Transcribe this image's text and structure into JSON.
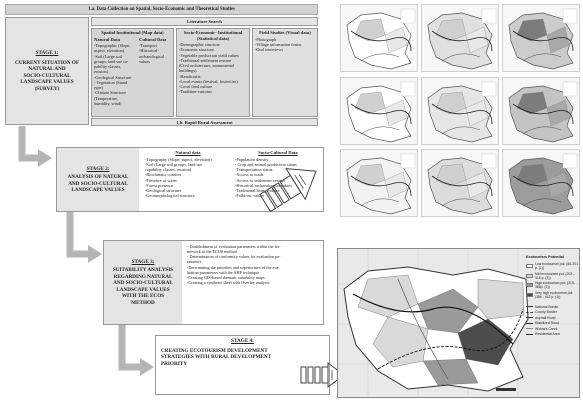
{
  "stage1": {
    "section_title": "1.a. Data Collection on Spatial, Socio-Economic and Theoretical Studies",
    "literature": "Literature Search",
    "head": [
      "STAGE 1:",
      "CURRENT SITUATION OF",
      "NATURAL AND",
      "SOCIO-CULTURAL",
      "LANDSCAPE VALUES",
      "(SURVEY)"
    ],
    "spatial_title": "Spatial Institutional (Map data)",
    "natural_title": "Natural Data",
    "natural_items": [
      "-Topographic (Slope,",
      "aspect, elevation)",
      "-Soil (Large soil",
      "groups, land use ca-",
      "pability classes,",
      "erosion)",
      "-Geological Structure",
      "- Vegetation (Stand",
      "type)",
      "-Climate Structure",
      "(Temperature,",
      "humidity, wind)"
    ],
    "cultural_title": "Cultural Data",
    "cultural_items": [
      "-Transport",
      "-Historical-",
      "archaeological",
      "values"
    ],
    "socio_title": "Socio-Economic- Institutional (Statistical data)",
    "socio_items": [
      "-Demographic structure",
      "-Economic structure",
      "-Vegetable production yield values",
      "-Traditional settlement texture",
      "(Civil architecture, monumental",
      "buildings)",
      "-Handicrafts",
      "-Local events (festival, festivities)",
      "-Local food culture",
      "-Tradition-customs"
    ],
    "field_title": "Field Studies (Visual data)",
    "field_items": [
      "-Photograph",
      "-Village information forms",
      "-Oral interviews"
    ],
    "rapid": "1.b. Rapid Rural Assessment"
  },
  "stage2": {
    "head": [
      "STAGE 2:",
      "ANALYSIS OF NATURAL",
      "AND SOCIO-CULTURAL",
      "LANDSCAPE VALUES"
    ],
    "natural_title": "Natural data",
    "natural_items": [
      "-Topography (Slope, aspect, elevation)",
      "-Soil (Large soil groups, land use",
      "capability classes, erosion)",
      "-Bioclimatic comfort",
      "-Presence of water",
      "-Forest presence",
      "-Geological structure",
      "-Geomorphological structure"
    ],
    "cultural_title": "Socio-Cultural Data",
    "cultural_items": [
      "-Population density",
      "- Crop and animal production status",
      "-Transportation status",
      "-Access to roads",
      "-Access to settlement centers",
      "-Historical-archaeological values",
      "-Traditional living culture",
      "-Folkloric values"
    ]
  },
  "stage3": {
    "head": [
      "STAGE 3:",
      "SUITABILITY ANALYSIS",
      "REGARDING NATURAL",
      "AND SOCIO-CULTURAL",
      "LANDSCAPE VALUES",
      "WITH THE ECOS",
      "METHOD"
    ],
    "items": [
      "- Establishment of evaluation parameters within the fra-",
      "mework of the ECOS method",
      "- Determination of conformity values for evaluation pa-",
      "rameters",
      "-Determining the priorities and superiorities of the eva-",
      "luation parameters with the AHP technique",
      "-Creating GIS-based thematic suitability maps",
      "-Creating a synthesis sheet with Overlay analysis"
    ]
  },
  "stage4": {
    "head": "STAGE 4:",
    "lines": [
      "CREATING ECOTOURISM DEVELOPMENT",
      "STRATEGIES WITH RURAL DEVELOPMENT",
      "PRIORITY"
    ]
  },
  "big_map": {
    "legend_title": "Ecotourism Potential",
    "classes": [
      {
        "label": "Low ecotourism pot.",
        "range": "(84-201 p. (1))",
        "color": "#ffffff"
      },
      {
        "label": "Mid ecotourism pot.",
        "range": "(202 - 318 p. (2))",
        "color": "#d9d9d9"
      },
      {
        "label": "High ecotourism pot.",
        "range": "(319- 385p. (3))",
        "color": "#9a9a9a"
      },
      {
        "label": "Very high ecotourism",
        "range": "pot. (386 - 452 p. (4))",
        "color": "#4d4d4d"
      }
    ],
    "lines": [
      "National Border",
      "County Border",
      "Asphalt Road",
      "Stabilized Road",
      "Widow's Creek",
      "Residential Area"
    ]
  }
}
